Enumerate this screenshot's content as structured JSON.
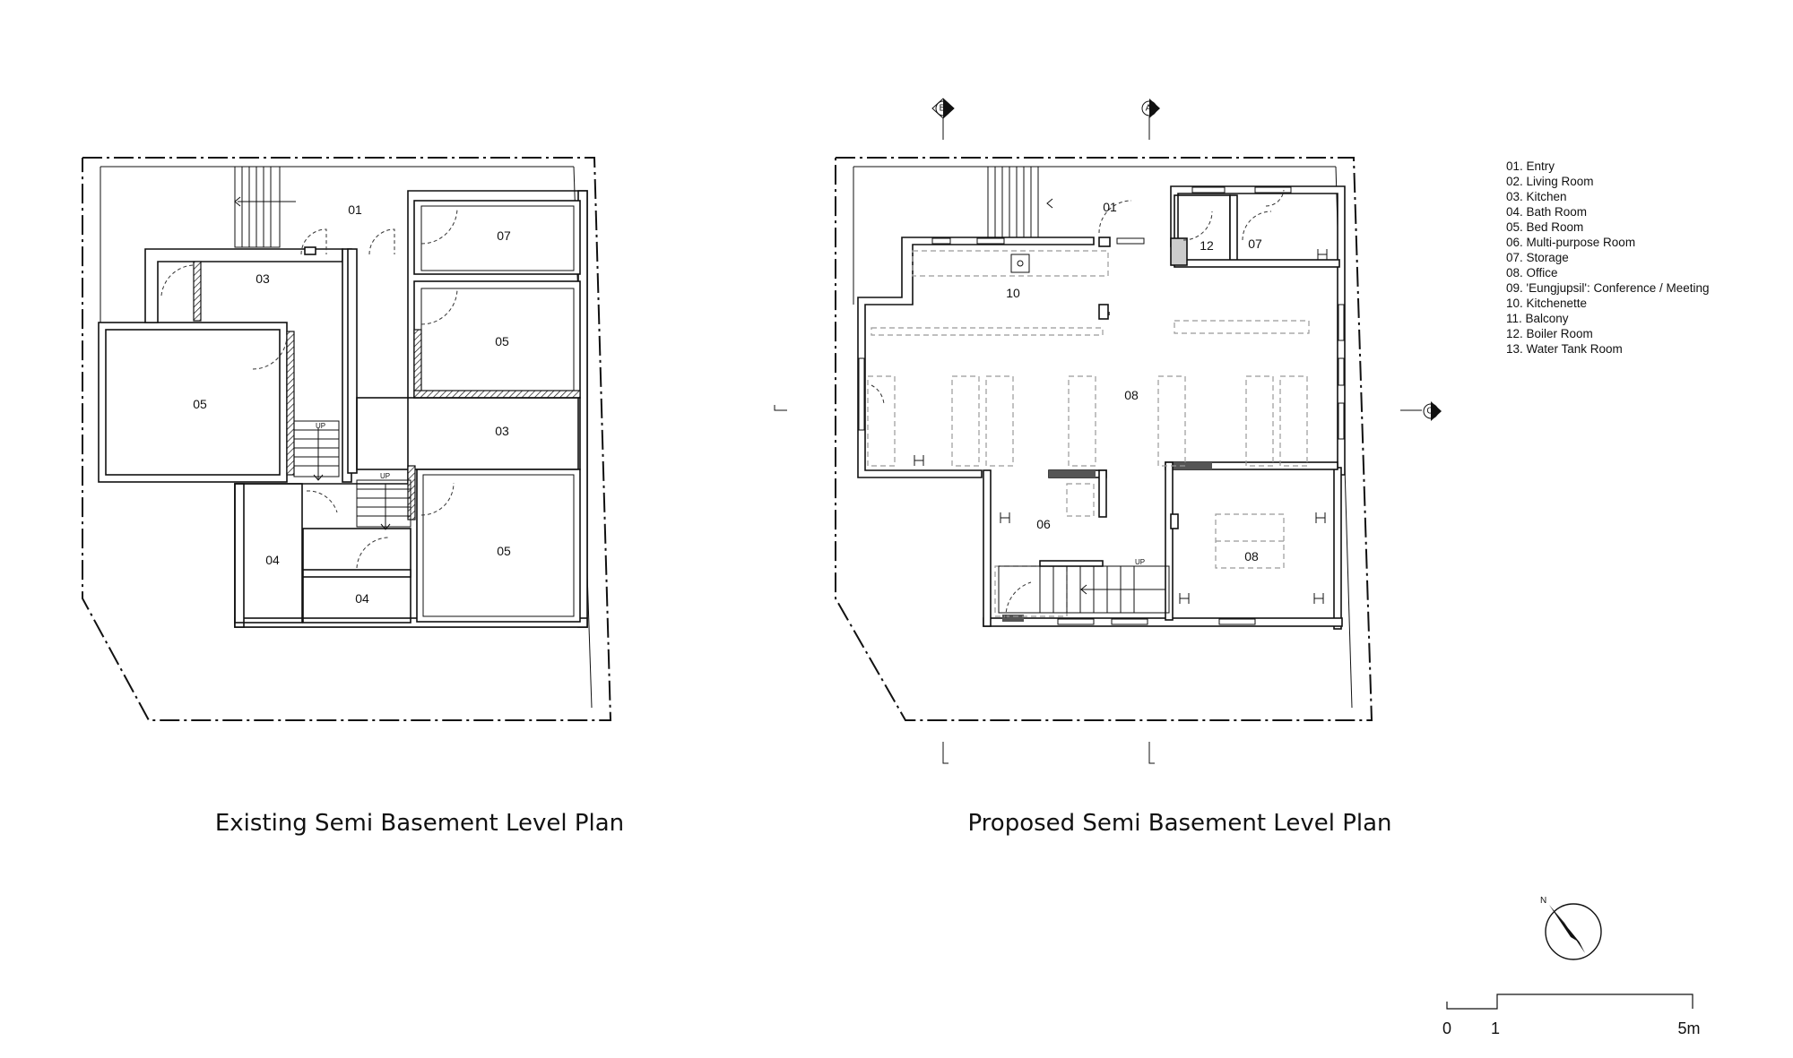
{
  "titles": {
    "existing": "Existing Semi Basement Level Plan",
    "proposed": "Proposed Semi Basement Level Plan"
  },
  "existing_rooms": [
    "01",
    "03",
    "07",
    "05",
    "05",
    "03",
    "04",
    "04",
    "05"
  ],
  "proposed_rooms": [
    "01",
    "12",
    "07",
    "10",
    "08",
    "06",
    "08"
  ],
  "stair_labels": {
    "up": "UP"
  },
  "section_markers": {
    "b": "B",
    "a": "A",
    "c": "C"
  },
  "legend": [
    "01. Entry",
    "02. Living Room",
    "03. Kitchen",
    "04. Bath Room",
    "05. Bed Room",
    "06. Multi-purpose Room",
    "07. Storage",
    "08. Office",
    "09. 'Eungjupsil': Conference / Meeting",
    "10. Kitchenette",
    "11. Balcony",
    "12. Boiler Room",
    "13. Water Tank Room"
  ],
  "scale_bar": {
    "zero": "0",
    "one": "1",
    "five": "5m"
  },
  "north_label": "N"
}
